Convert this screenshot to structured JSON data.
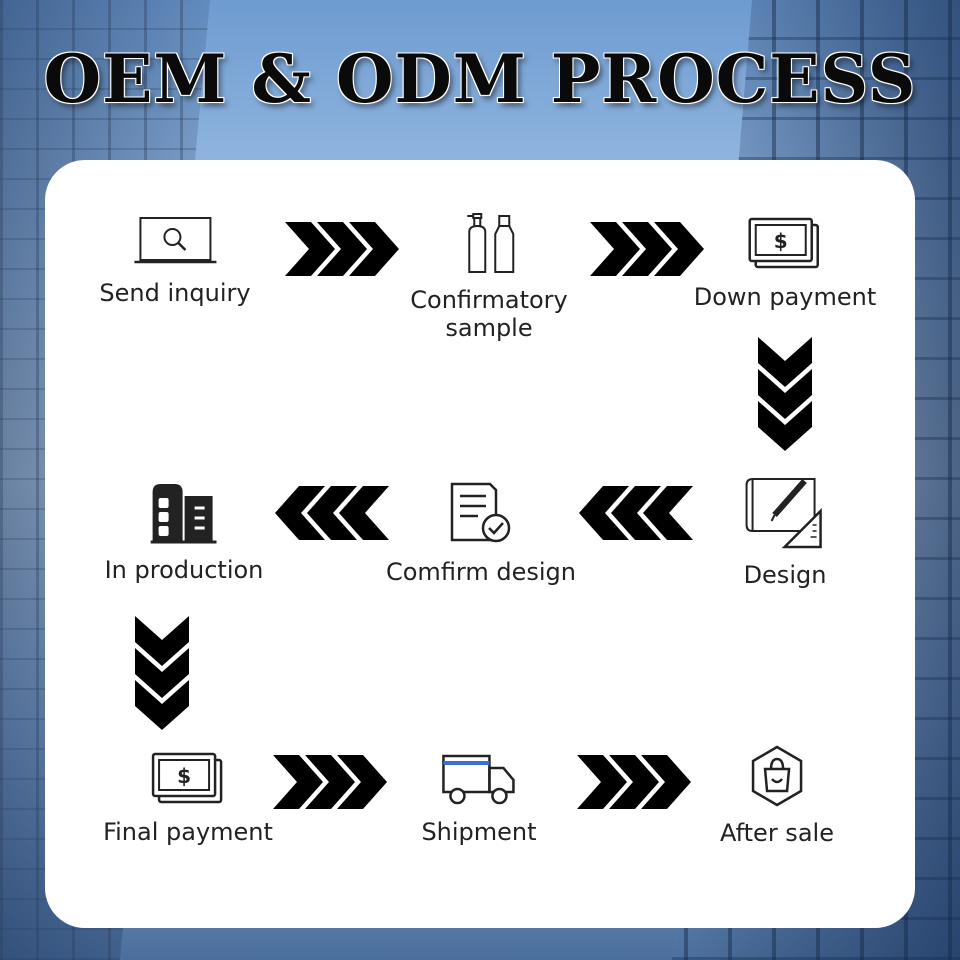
{
  "title": "OEM & ODM PROCESS",
  "steps": [
    {
      "id": "send-inquiry",
      "label": "Send  inquiry",
      "icon": "laptop-search-icon"
    },
    {
      "id": "confirmatory-sample",
      "label_line1": "Confirmatory",
      "label_line2": "sample",
      "icon": "bottles-icon"
    },
    {
      "id": "down-payment",
      "label": "Down payment",
      "icon": "cash-icon"
    },
    {
      "id": "design",
      "label": "Design",
      "icon": "drafting-icon"
    },
    {
      "id": "comfirm-design",
      "label": "Comfirm design",
      "icon": "document-check-icon"
    },
    {
      "id": "in-production",
      "label": "In production",
      "icon": "factory-icon"
    },
    {
      "id": "final-payment",
      "label": "Final payment",
      "icon": "cash-icon"
    },
    {
      "id": "shipment",
      "label": "Shipment",
      "icon": "truck-icon"
    },
    {
      "id": "after-sale",
      "label": "After sale",
      "icon": "shopping-bag-icon"
    }
  ],
  "arrows": [
    {
      "from": "send-inquiry",
      "to": "confirmatory-sample",
      "direction": "right"
    },
    {
      "from": "confirmatory-sample",
      "to": "down-payment",
      "direction": "right"
    },
    {
      "from": "down-payment",
      "to": "design",
      "direction": "down"
    },
    {
      "from": "design",
      "to": "comfirm-design",
      "direction": "left"
    },
    {
      "from": "comfirm-design",
      "to": "in-production",
      "direction": "left"
    },
    {
      "from": "in-production",
      "to": "final-payment",
      "direction": "down"
    },
    {
      "from": "final-payment",
      "to": "shipment",
      "direction": "right"
    },
    {
      "from": "shipment",
      "to": "after-sale",
      "direction": "right"
    }
  ],
  "colors": {
    "arrow": "#000000",
    "icon_stroke": "#222222",
    "truck_stripe": "#3a6fd8",
    "card": "#ffffff"
  }
}
